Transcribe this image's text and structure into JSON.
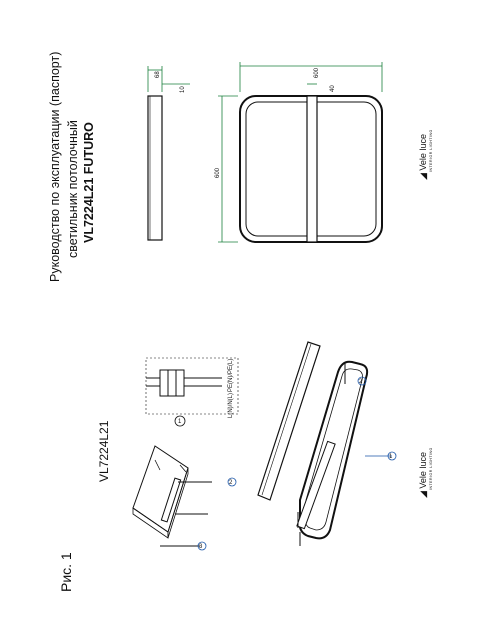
{
  "doc": {
    "title_line1": "Руководство по эксплуатации (паспорт)",
    "title_line2": "светильник потолочный",
    "model_bold": "VL7224L21 FUTURO",
    "model_plain": "VL7224L21",
    "figure_label": "Рис. 1"
  },
  "brand": {
    "name": "Vele luce",
    "tagline": "INTERIOR LIGHTING"
  },
  "dimensions": {
    "height": "68",
    "offset": "10",
    "width": "600",
    "depth": "600",
    "gap": "40"
  },
  "callouts": {
    "c1": "1",
    "c2": "2",
    "c3": "3",
    "c1b": "1",
    "c2b": "2"
  },
  "wiring": {
    "label_a": "PE(N)/PE(L)",
    "label_b": "L(N)/N(L)"
  },
  "colors": {
    "dim_line": "#1a7f3c",
    "callout": "#1a55a8",
    "ink": "#111111"
  }
}
